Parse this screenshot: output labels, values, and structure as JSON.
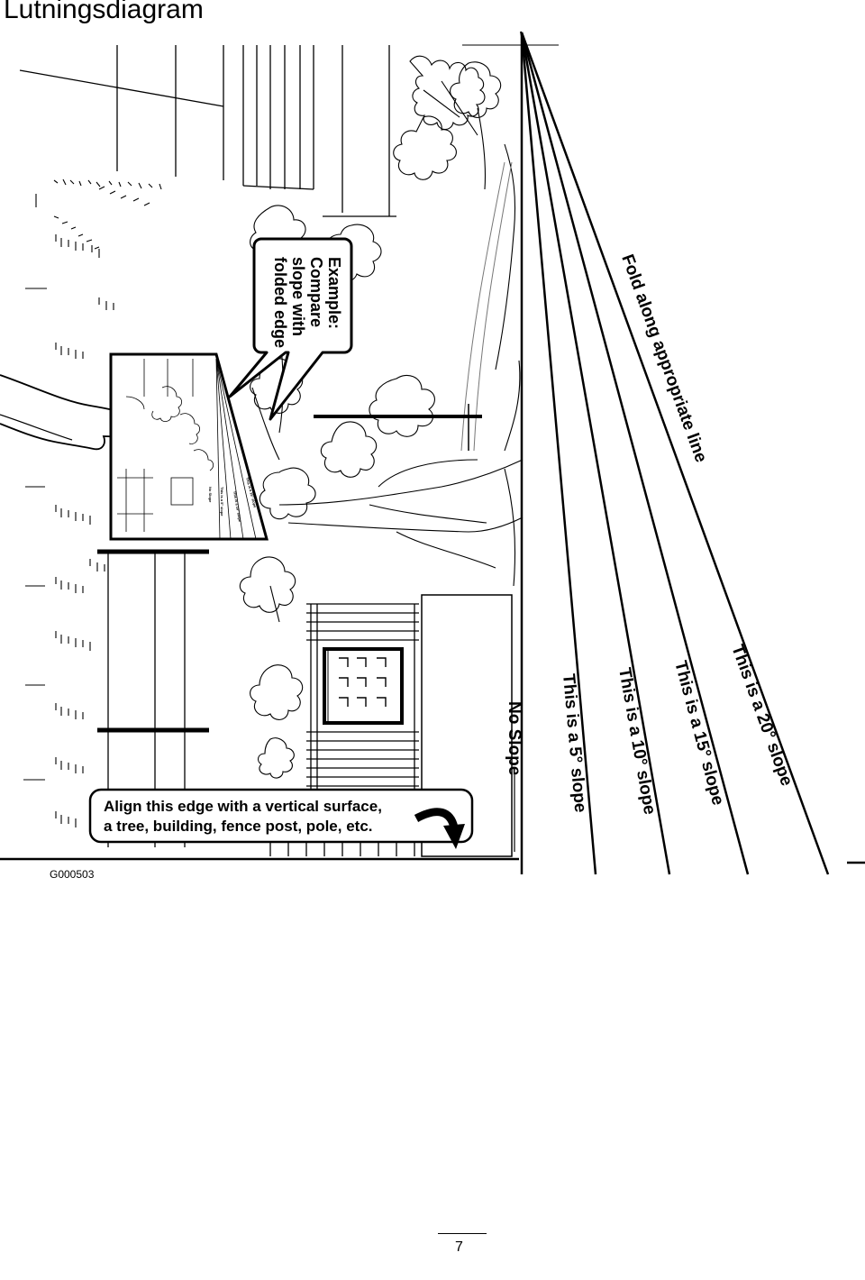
{
  "page": {
    "title": "Lutningsdiagram",
    "figure_code": "G000503",
    "page_number": "7"
  },
  "diagram": {
    "fold_instruction": "Fold along appropriate line",
    "slope_labels": {
      "no_slope": "No Slope",
      "slope_5": "This is a 5° slope",
      "slope_10": "This is a 10° slope",
      "slope_15": "This is a 15° slope",
      "slope_20": "This is a 20° slope"
    },
    "example_callout": [
      "Example:",
      "Compare",
      "slope with",
      "folded edge"
    ],
    "align_instruction": [
      "Align this edge with a vertical surface,",
      "a tree, building, fence post, pole, etc."
    ],
    "thumbnail_labels": [
      "No Slope",
      "This is a 5° slope",
      "This is a 10° slope",
      "This is a 15° slope"
    ]
  }
}
